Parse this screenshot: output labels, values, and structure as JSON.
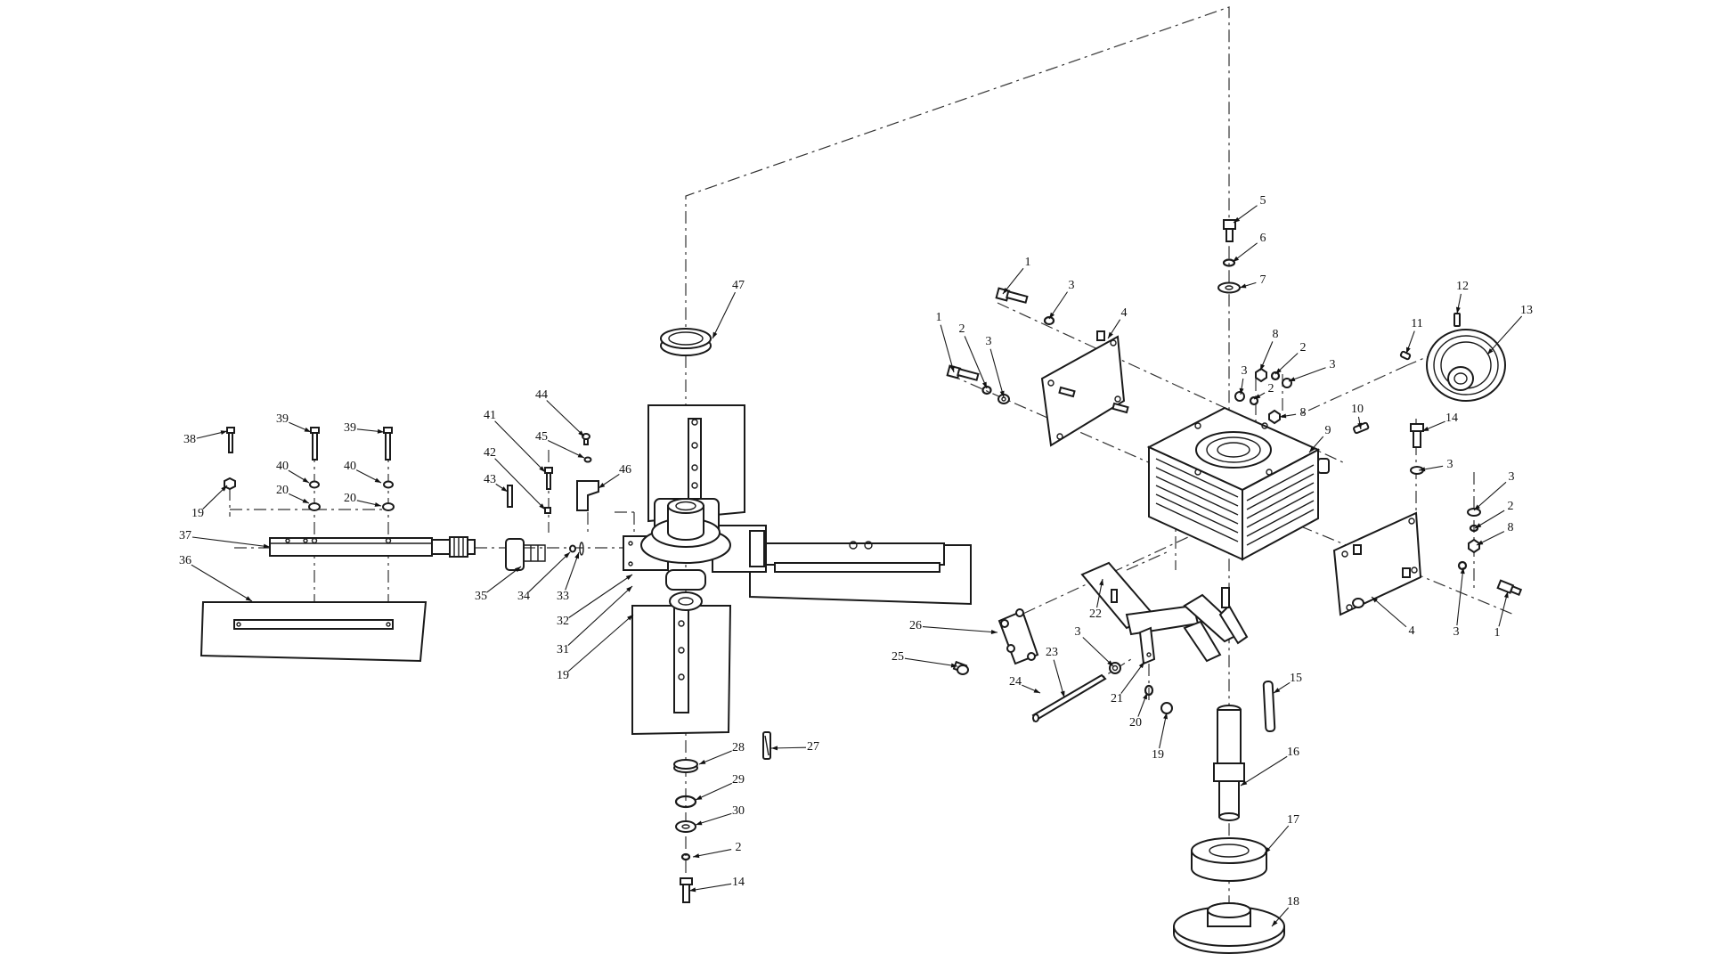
{
  "diagram": {
    "callouts": [
      "1",
      "2",
      "3",
      "4",
      "5",
      "6",
      "7",
      "8",
      "9",
      "10",
      "11",
      "12",
      "13",
      "14",
      "15",
      "16",
      "17",
      "18",
      "19",
      "20",
      "21",
      "22",
      "23",
      "24",
      "25",
      "26",
      "27",
      "28",
      "29",
      "30",
      "31",
      "32",
      "33",
      "34",
      "35",
      "36",
      "37",
      "38",
      "39",
      "40",
      "41",
      "42",
      "43",
      "44",
      "45",
      "46",
      "47"
    ]
  }
}
